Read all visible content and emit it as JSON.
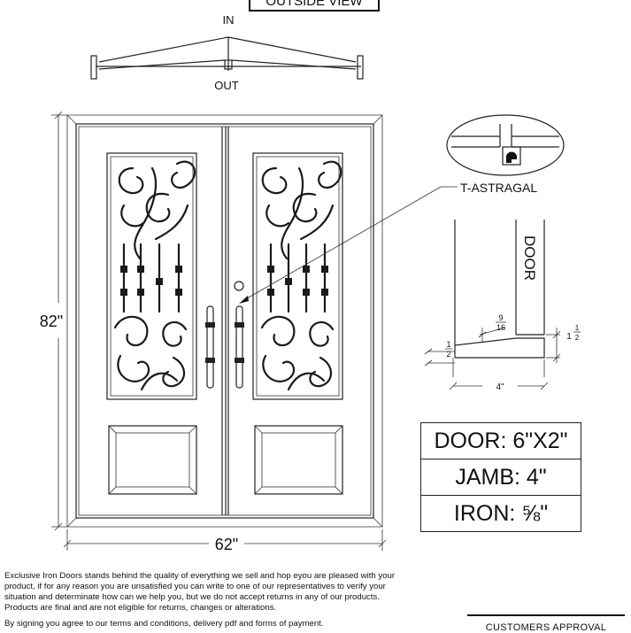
{
  "header": {
    "view_title": "OUTSIDE VIEW"
  },
  "swing": {
    "inside_label": "IN",
    "outside_label": "OUT"
  },
  "dimensions": {
    "height": "82\"",
    "width": "62\""
  },
  "astragal": {
    "label": "T-ASTRAGAL"
  },
  "section": {
    "door_label": "DOOR",
    "threshold_width": "4\"",
    "frac_a_num": "9",
    "frac_a_den": "16",
    "frac_b_whole": "1",
    "frac_b_num": "1",
    "frac_b_den": "2",
    "frac_c_num": "1",
    "frac_c_den": "2"
  },
  "specs": {
    "door": "DOOR: 6\"X2\"",
    "jamb": "JAMB: 4\"",
    "iron_prefix": "IRON: ",
    "iron_fraction": "⅝",
    "iron_suffix": "\""
  },
  "disclaimer": {
    "line1": "Exclusive Iron Doors stands behind the quality of everything we sell and hop eyou are pleased with your",
    "line2": "product, if for any reason you are unsatisfied you can write to one of our representatives to verify your",
    "line3": "situation and determinate how can we help you, but we do not accept returns in any of our products.",
    "line4": "Products are final and are not eligible for returns, changes or alterations.",
    "line5": "By signing you agree to our terms and conditions, delivery pdf and forms of payment."
  },
  "approval": {
    "label": "CUSTOMERS APPROVAL"
  }
}
